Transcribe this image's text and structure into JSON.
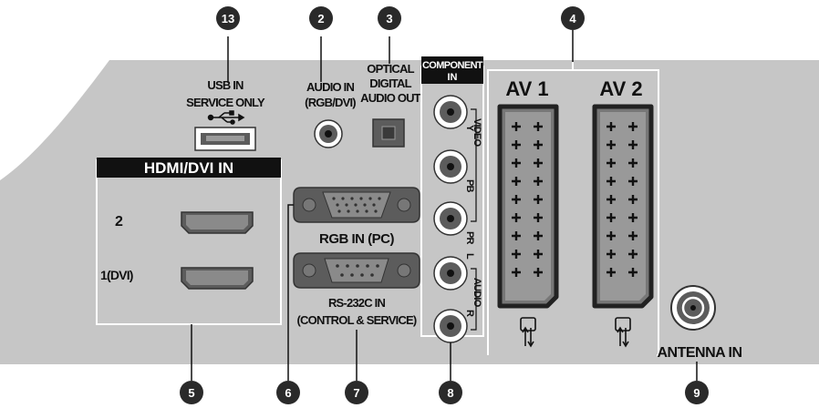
{
  "labels": {
    "usb": "USB IN",
    "usb_service": "SERVICE ONLY",
    "audio_in": "AUDIO IN",
    "audio_in_sub": "(RGB/DVI)",
    "optical_1": "OPTICAL",
    "optical_2": "DIGITAL",
    "optical_3": "AUDIO OUT",
    "component_1": "COMPONENT",
    "component_2": "IN",
    "hdmi_title": "HDMI/DVI IN",
    "hdmi_port_2": "2",
    "hdmi_port_1": "1(DVI)",
    "rgb_in": "RGB IN (PC)",
    "rs232_1": "RS-232C IN",
    "rs232_2": "(CONTROL & SERVICE)",
    "av1": "AV 1",
    "av2": "AV 2",
    "antenna": "ANTENNA IN",
    "video": "VIDEO",
    "audio": "AUDIO",
    "y": "Y",
    "pb": "PB",
    "pr": "PR",
    "l": "L",
    "r": "R"
  },
  "markers": {
    "usb": "13",
    "audio_in": "2",
    "optical": "3",
    "av": "4",
    "hdmi": "5",
    "rgb": "6",
    "rs232": "7",
    "component": "8",
    "antenna": "9"
  },
  "colors": {
    "panel": "#c6c6c6",
    "marker": "#2a2a2a",
    "connector": "#5c5c5c",
    "label_bar": "#111111"
  }
}
